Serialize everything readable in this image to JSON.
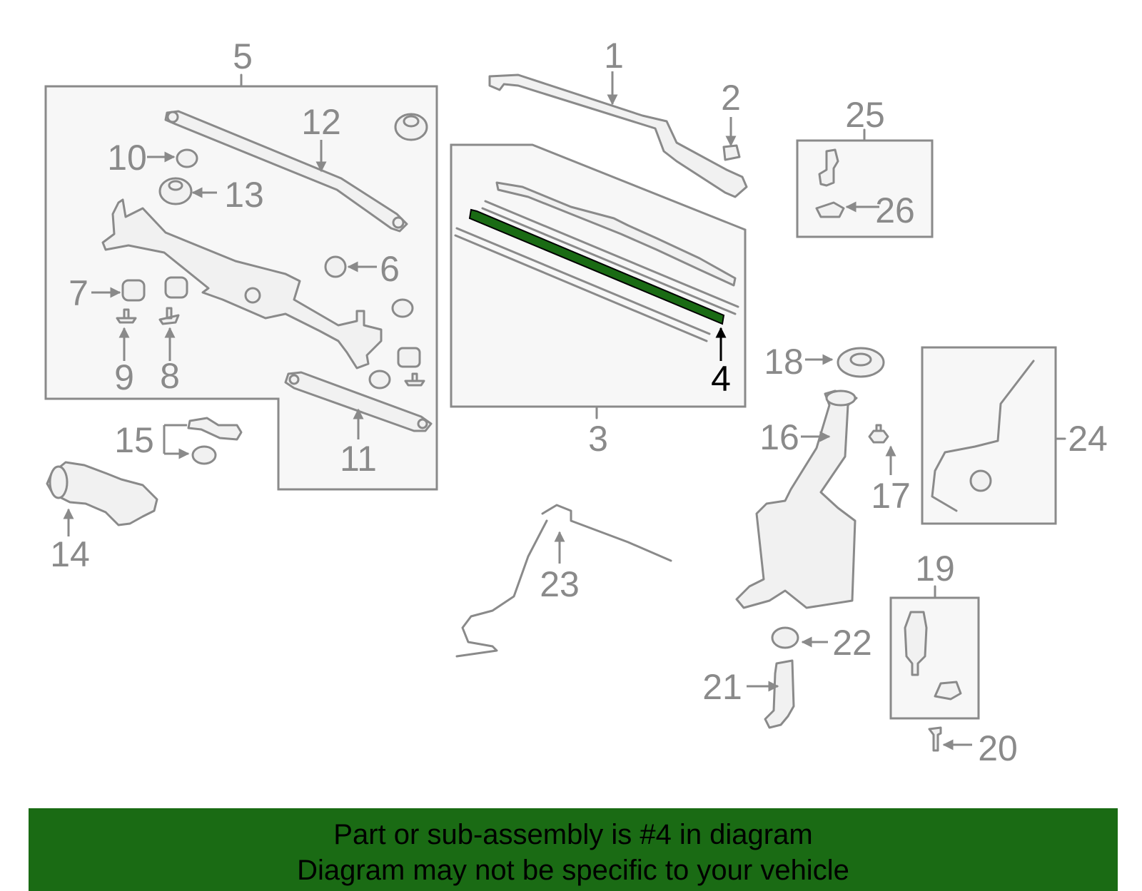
{
  "callouts": {
    "c1": "1",
    "c2": "2",
    "c3": "3",
    "c4": "4",
    "c5": "5",
    "c6": "6",
    "c7": "7",
    "c8": "8",
    "c9": "9",
    "c10": "10",
    "c11": "11",
    "c12": "12",
    "c13": "13",
    "c14": "14",
    "c15": "15",
    "c16": "16",
    "c17": "17",
    "c18": "18",
    "c19": "19",
    "c20": "20",
    "c21": "21",
    "c22": "22",
    "c23": "23",
    "c24": "24",
    "c25": "25",
    "c26": "26"
  },
  "highlight": {
    "part_number": "4",
    "color": "#1a6b14"
  },
  "banner": {
    "line1": "Part or sub-assembly is #4 in diagram",
    "line2": "Diagram may not be specific to your vehicle",
    "background": "#1a6b14"
  }
}
